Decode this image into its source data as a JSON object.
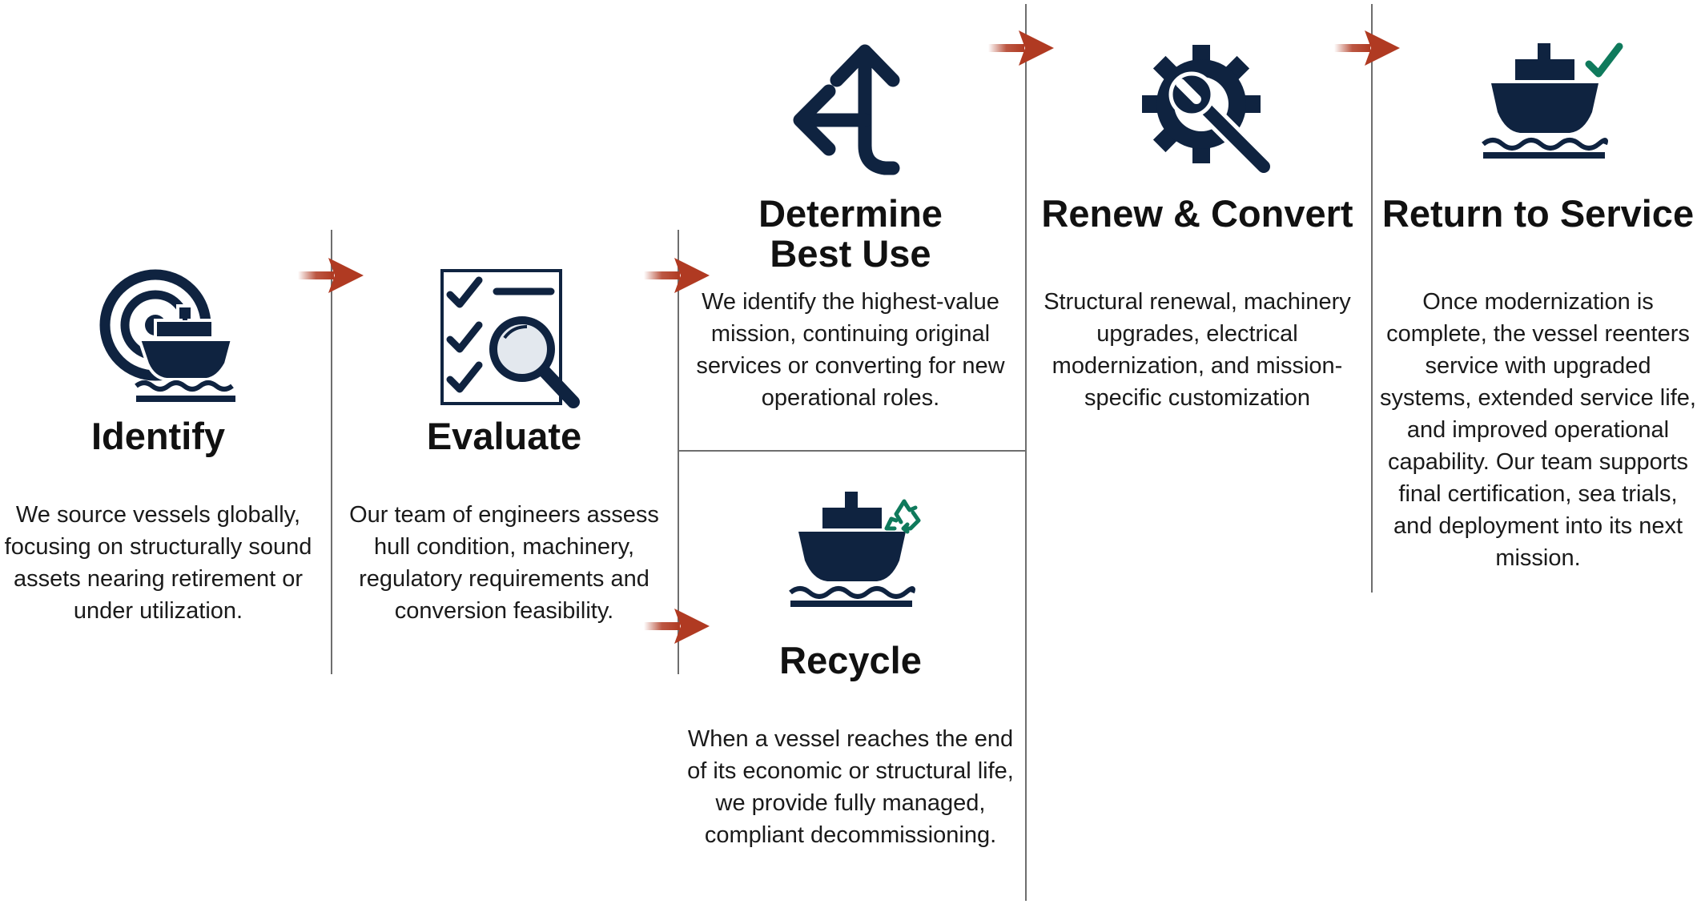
{
  "steps": [
    {
      "id": "identify",
      "title": "Identify",
      "description": "We source vessels globally, focusing on structurally sound assets nearing retirement or under utilization.",
      "icon": "target-ship-icon"
    },
    {
      "id": "evaluate",
      "title": "Evaluate",
      "description": "Our team of engineers assess hull condition, machinery, regulatory requirements and conversion feasibility.",
      "icon": "checklist-magnifier-icon"
    },
    {
      "id": "determine",
      "title": "Determine\nBest Use",
      "description": "We identify the highest-value mission, continuing original services or converting for new operational roles.",
      "icon": "split-arrow-icon"
    },
    {
      "id": "recycle",
      "title": "Recycle",
      "description": "When a vessel reaches the end of its economic or structural life, we provide fully managed, compliant decommissioning.",
      "icon": "ship-recycle-icon"
    },
    {
      "id": "renew",
      "title": "Renew & Convert",
      "description": "Structural renewal, machinery upgrades, electrical modernization, and mission-specific customization",
      "icon": "gear-wrench-icon"
    },
    {
      "id": "return",
      "title": "Return to Service",
      "description": "Once modernization is complete, the vessel reenters service with upgraded systems, extended service life, and improved operational capability. Our team supports final certification, sea trials, and deployment into its next mission.",
      "icon": "ship-check-icon"
    }
  ],
  "colors": {
    "icon": "#0f2340",
    "arrow": "#b03a22",
    "accent": "#0f7a5c",
    "divider": "#6e6e6e"
  }
}
